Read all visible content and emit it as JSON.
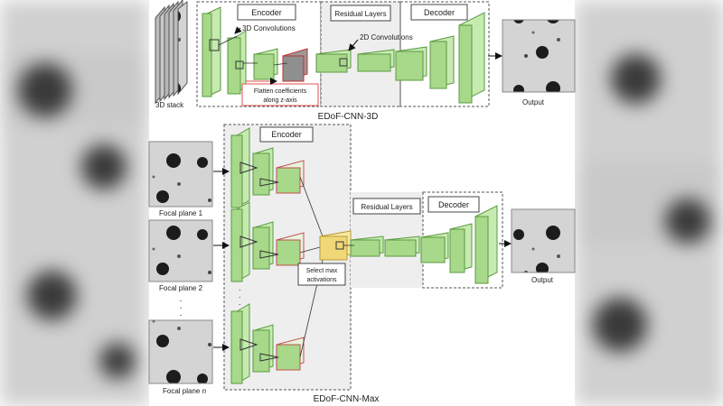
{
  "top_panel": {
    "stack_label": "3D stack",
    "encoder_label": "Encoder",
    "conv3d_label": "3D Convolutions",
    "residual_label": "Residual Layers",
    "decoder_label": "Decoder",
    "conv2d_label": "2D Convolutions",
    "flatten_line1": "Flatten coefficients",
    "flatten_line2": "along z-axis",
    "output_label": "Output",
    "caption": "EDoF-CNN-3D"
  },
  "bottom_panel": {
    "encoder_label": "Encoder",
    "residual_label": "Residual Layers",
    "decoder_label": "Decoder",
    "focal_plane_1": "Focal plane 1",
    "focal_plane_2": "Focal plane 2",
    "focal_plane_n_prefix": "Focal plane ",
    "focal_plane_n_var": "n",
    "select_line1": "Select max",
    "select_line2": "activations",
    "output_label": "Output",
    "caption": "EDoF-CNN-Max"
  },
  "colors": {
    "layer_fill": "#a8d88a",
    "layer_edge": "#5a9a40",
    "flatten_box": "#e05050",
    "max_block": "#f0d878",
    "dashed": "#555555"
  }
}
